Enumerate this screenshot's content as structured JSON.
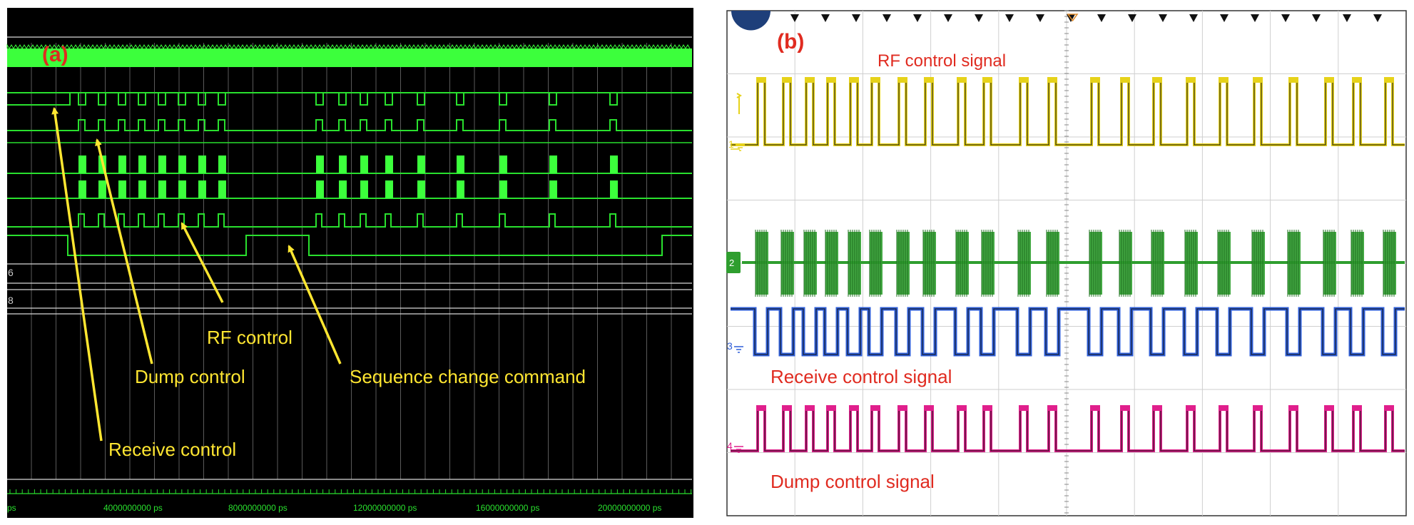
{
  "panel_a": {
    "label": "(a)",
    "signal_numbers": [
      "6",
      "8"
    ],
    "time_axis": {
      "unit_suffix": "ps",
      "left_fragment": "ps",
      "ticks": [
        "4000000000 ps",
        "8000000000 ps",
        "12000000000 ps",
        "16000000000 ps",
        "20000000000 ps"
      ]
    },
    "annotations": {
      "receive": "Receive control",
      "dump": "Dump control",
      "rf": "RF control",
      "sequence": "Sequence change command"
    },
    "colors": {
      "background": "#000000",
      "trace": "#29e02e",
      "bright_trace": "#3cff3c",
      "annotation_text": "#ffe631",
      "arrow": "#ffe631",
      "label": "#e02b20",
      "gridline": "#5a5a5a",
      "white_line": "#d8d8d8"
    }
  },
  "panel_b": {
    "label": "(b)",
    "channel_markers": [
      "1",
      "2",
      "3",
      "4"
    ],
    "traces": {
      "rf": "RF control signal",
      "receive": "Receive control signal",
      "dump": "Dump control signal"
    },
    "colors": {
      "background": "#ffffff",
      "grid": "#cfcfcf",
      "rf_trace": "#e6d21a",
      "green_trace": "#2f9e2f",
      "receive_trace": "#2f5fd8",
      "dump_trace": "#e01f8c",
      "label": "#e02b20",
      "edge_line": "#111111"
    }
  }
}
